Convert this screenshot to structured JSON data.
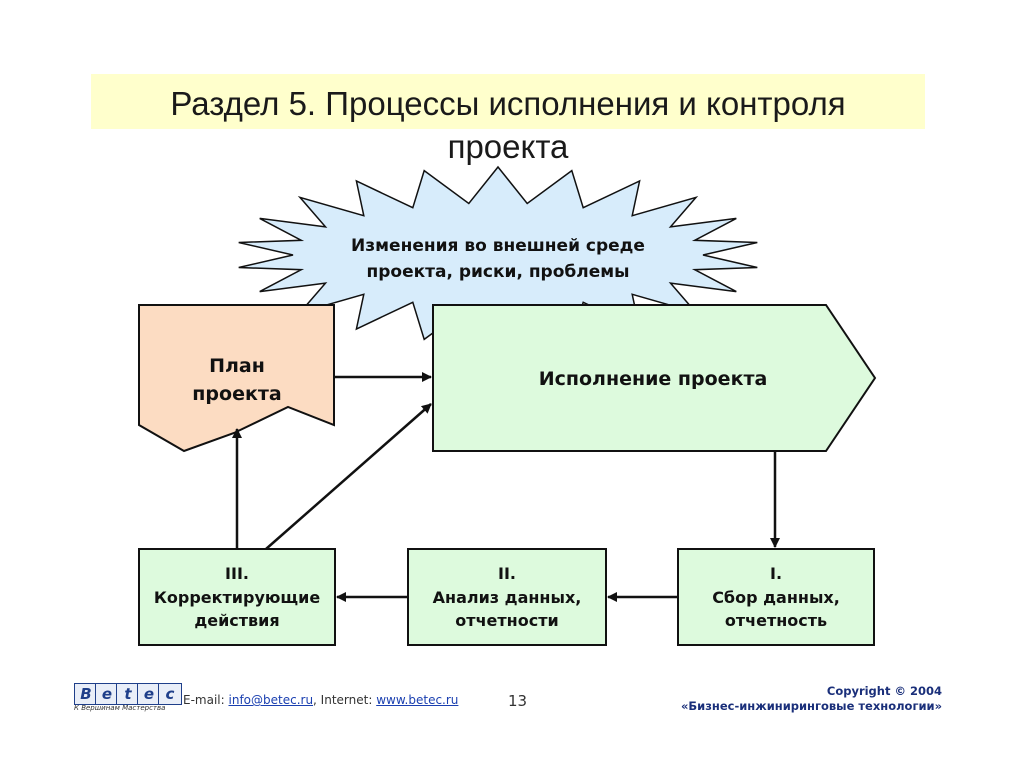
{
  "title": {
    "line1": "Раздел 5. Процессы исполнения и контроля",
    "line2": "проекта"
  },
  "diagram": {
    "cloud": {
      "line1": "Изменения во внешней среде",
      "line2": "проекта, риски, проблемы"
    },
    "plan": {
      "line1": "План",
      "line2": "проекта"
    },
    "execution": {
      "label": "Исполнение проекта"
    },
    "step1": {
      "num": "I.",
      "line1": "Сбор данных,",
      "line2": "отчетность"
    },
    "step2": {
      "num": "II.",
      "line1": "Анализ данных,",
      "line2": "отчетности"
    },
    "step3": {
      "num": "III.",
      "line1": "Корректирующие",
      "line2": "действия"
    },
    "colors": {
      "cloud_fill": "#d7ecfb",
      "plan_fill": "#fcdcc2",
      "box_fill": "#ddfadd",
      "stroke": "#111111",
      "title_band": "#ffffcc"
    }
  },
  "footer": {
    "logo_letters": [
      "B",
      "e",
      "t",
      "e",
      "c"
    ],
    "logo_tagline": "К Вершинам Мастерства",
    "email_label": "E-mail:",
    "email": "info@betec.ru",
    "internet_label": ", Internet:",
    "website": "www.betec.ru",
    "page_number": "13",
    "copyright_line1": "Copyright © 2004",
    "copyright_line2": "«Бизнес-инжиниринговые технологии»"
  }
}
